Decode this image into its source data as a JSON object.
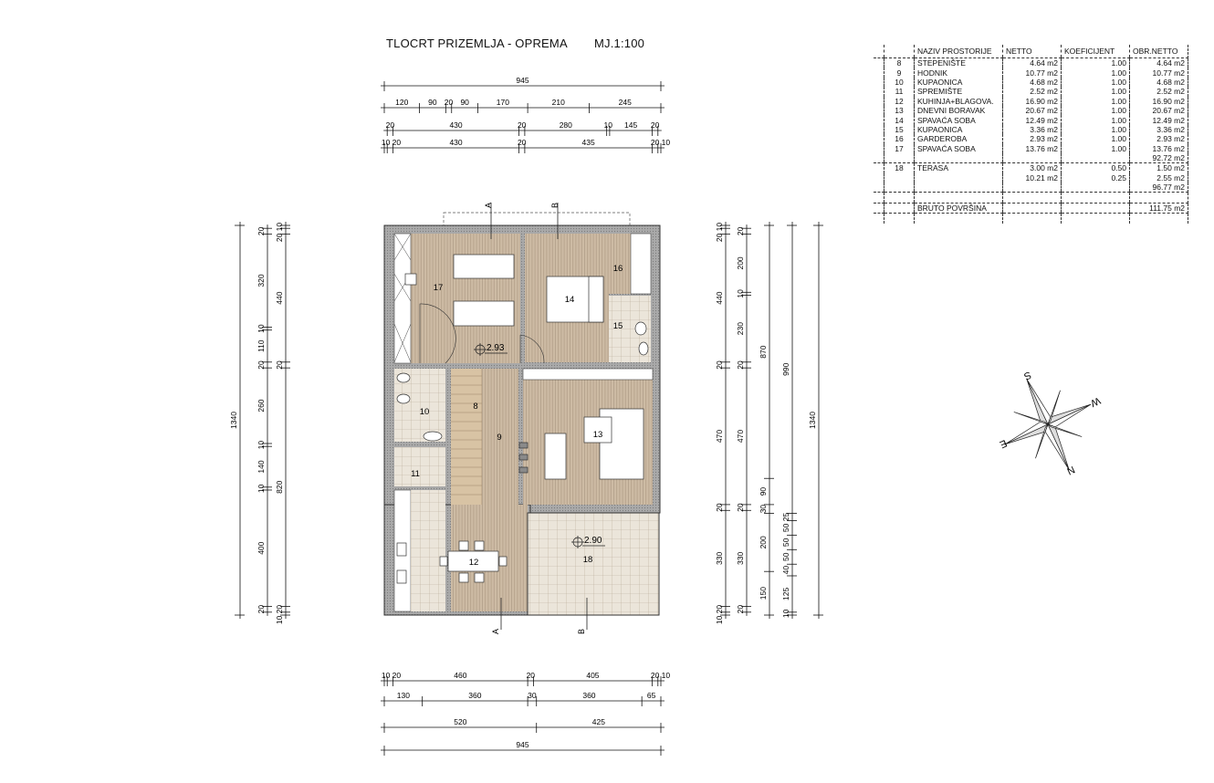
{
  "title": {
    "main": "TLOCRT  PRIZEMLJA - OPREMA",
    "scale": "MJ.1:100"
  },
  "rooms": {
    "r8": "8",
    "r9": "9",
    "r10": "10",
    "r11": "11",
    "r12": "12",
    "r13": "13",
    "r14": "14",
    "r15": "15",
    "r16": "16",
    "r17": "17",
    "r18": "18"
  },
  "levels": {
    "interior": "2.93",
    "terrace": "2.90"
  },
  "sections": {
    "a": "A",
    "b": "B"
  },
  "compass": {
    "s": "S",
    "w": "W",
    "e": "E",
    "n": "N"
  },
  "table": {
    "headers": [
      "",
      "NAZIV  PROSTORIJE",
      "NETTO",
      "KOEFICIJENT",
      "OBR.NETTO"
    ],
    "rows": [
      [
        "8",
        "STEPENIŠTE",
        "4.64  m2",
        "1.00",
        "4.64  m2"
      ],
      [
        "9",
        "HODNIK",
        "10.77  m2",
        "1.00",
        "10.77  m2"
      ],
      [
        "10",
        "KUPAONICA",
        "4.68  m2",
        "1.00",
        "4.68  m2"
      ],
      [
        "11",
        "SPREMIŠTE",
        "2.52  m2",
        "1.00",
        "2.52  m2"
      ],
      [
        "12",
        "KUHINJA+BLAGOVA.",
        "16.90  m2",
        "1.00",
        "16.90  m2"
      ],
      [
        "13",
        "DNEVNI  BORAVAK",
        "20.67  m2",
        "1.00",
        "20.67  m2"
      ],
      [
        "14",
        "SPAVAĆA  SOBA",
        "12.49  m2",
        "1.00",
        "12.49  m2"
      ],
      [
        "15",
        "KUPAONICA",
        "3.36  m2",
        "1.00",
        "3.36  m2"
      ],
      [
        "16",
        "GARDEROBA",
        "2.93  m2",
        "1.00",
        "2.93  m2"
      ],
      [
        "17",
        "SPAVAĆA  SOBA",
        "13.76  m2",
        "1.00",
        "13.76  m2"
      ]
    ],
    "subtotal1": "92.72  m2",
    "terrace_rows": [
      [
        "18",
        "TERASA",
        "3.00  m2",
        "0.50",
        "1.50  m2"
      ],
      [
        "",
        "",
        "10.21  m2",
        "0.25",
        "2.55  m2"
      ]
    ],
    "subtotal2": "96.77  m2",
    "gross_label": "BRUTO  POVRŠINA",
    "gross_value": "111.75  m2"
  },
  "dimensions": {
    "top": [
      [
        945
      ],
      [
        120,
        90,
        20,
        90,
        170,
        210,
        245
      ],
      [
        20,
        430,
        20,
        280,
        10,
        145,
        20
      ],
      [
        10,
        20,
        430,
        20,
        435,
        20,
        10
      ]
    ],
    "left": [
      [
        1340
      ],
      [
        20,
        320,
        10,
        110,
        20,
        260,
        10,
        140,
        10,
        400,
        20
      ],
      [
        10,
        20,
        440,
        20,
        820,
        20,
        10
      ]
    ],
    "right": [
      [
        10,
        20,
        440,
        20,
        470,
        20,
        330,
        20,
        10
      ],
      [
        20,
        200,
        10,
        230,
        20,
        470,
        20,
        330,
        20
      ],
      [
        870,
        90,
        30,
        200,
        150
      ],
      [
        990,
        25,
        50,
        50,
        50,
        40,
        125,
        10
      ],
      [
        1340
      ]
    ],
    "bottom": [
      [
        10,
        20,
        460,
        20,
        405,
        20,
        10
      ],
      [
        130,
        360,
        30,
        360,
        65
      ],
      [
        520,
        425
      ],
      [
        945
      ]
    ]
  }
}
